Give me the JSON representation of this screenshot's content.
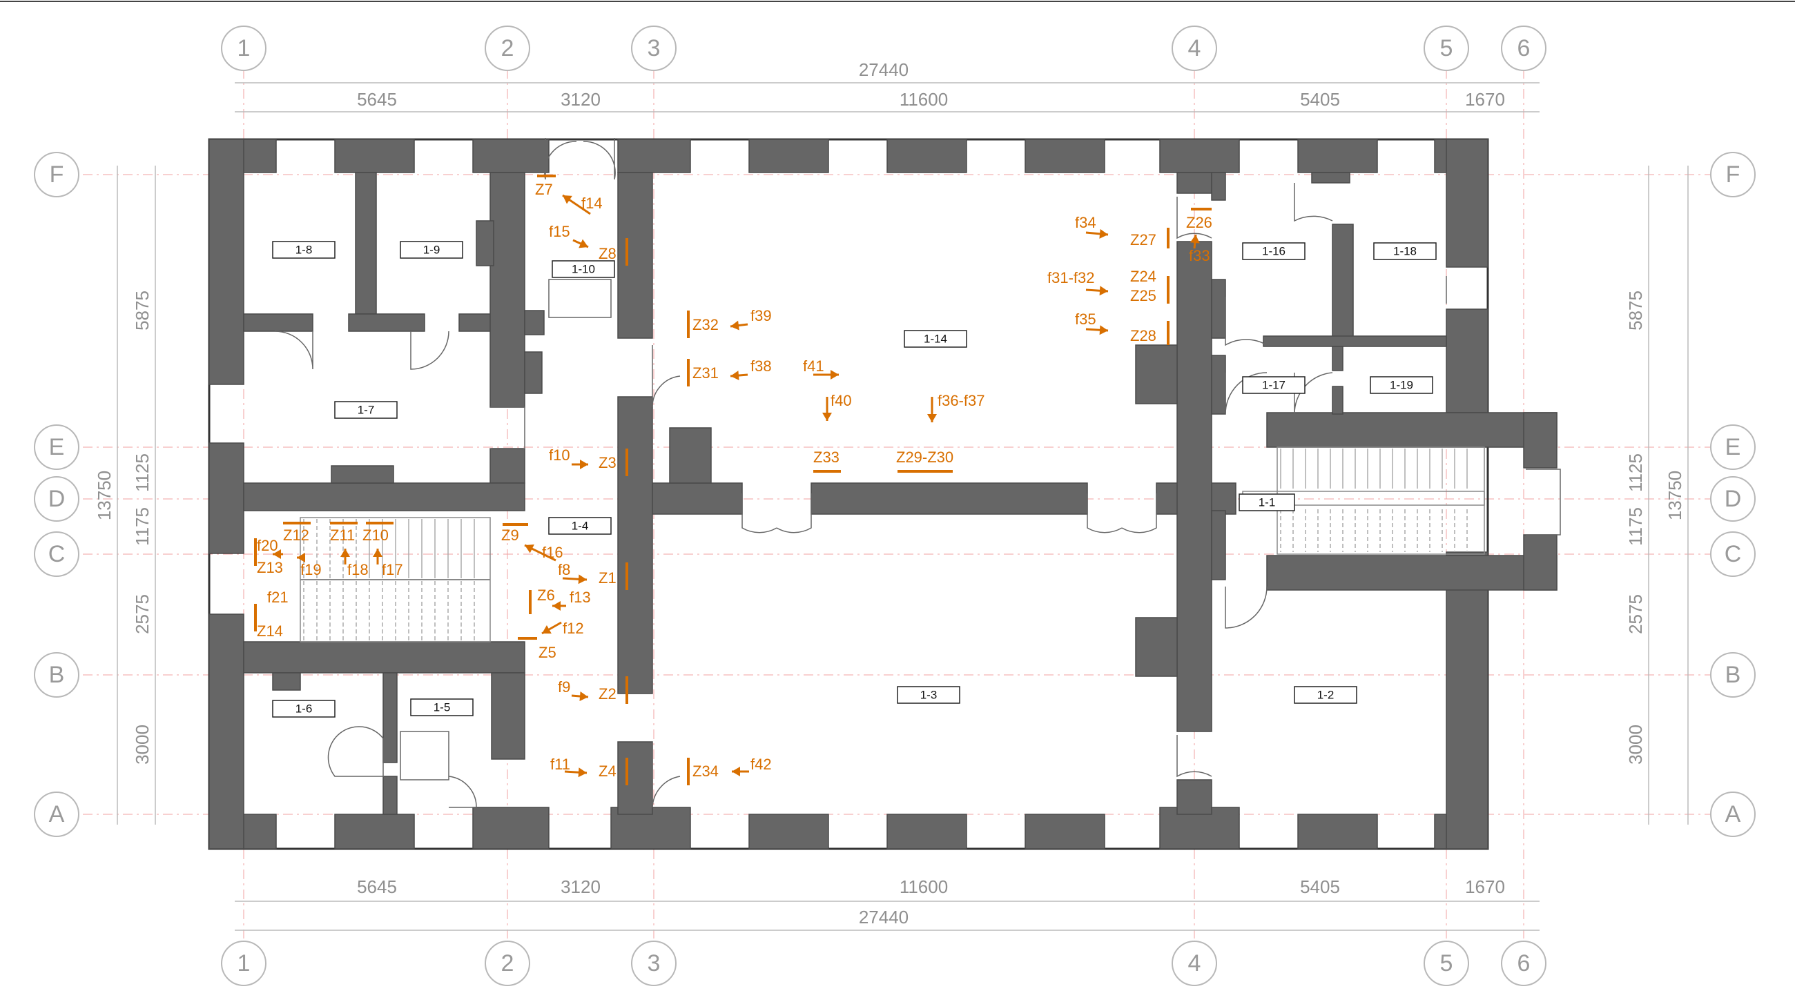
{
  "colors": {
    "wall": "#666666",
    "annotation": "#d86f00",
    "grid": "#b8b8b8",
    "dimension": "#8f8f8f"
  },
  "axes": {
    "columns": [
      "1",
      "2",
      "3",
      "4",
      "5",
      "6"
    ],
    "rows": [
      "F",
      "E",
      "D",
      "C",
      "B",
      "A"
    ]
  },
  "dimensions": {
    "total_horizontal": "27440",
    "horizontal_segments": [
      "5645",
      "3120",
      "11600",
      "5405",
      "1670"
    ],
    "total_vertical": "13750",
    "vertical_segments": [
      "5875",
      "1125",
      "1175",
      "2575",
      "3000"
    ]
  },
  "rooms": [
    {
      "id": "1-8"
    },
    {
      "id": "1-9"
    },
    {
      "id": "1-10"
    },
    {
      "id": "1-7"
    },
    {
      "id": "1-4"
    },
    {
      "id": "1-6"
    },
    {
      "id": "1-5"
    },
    {
      "id": "1-14"
    },
    {
      "id": "1-3"
    },
    {
      "id": "1-16"
    },
    {
      "id": "1-18"
    },
    {
      "id": "1-17"
    },
    {
      "id": "1-19"
    },
    {
      "id": "1-1"
    },
    {
      "id": "1-2"
    }
  ],
  "photo_markers": [
    "f14",
    "f15",
    "f39",
    "f38",
    "f41",
    "f40",
    "f36-f37",
    "f34",
    "f31-f32",
    "f35",
    "f33",
    "f10",
    "f16",
    "f8",
    "f13",
    "f12",
    "f9",
    "f11",
    "f42",
    "f20",
    "f19",
    "f18",
    "f17",
    "f21"
  ],
  "zone_markers": [
    "Z7",
    "Z8",
    "Z32",
    "Z31",
    "Z33",
    "Z29-Z30",
    "Z27",
    "Z26",
    "Z24",
    "Z25",
    "Z28",
    "Z3",
    "Z9",
    "Z1",
    "Z6",
    "Z5",
    "Z2",
    "Z4",
    "Z34",
    "Z12",
    "Z11",
    "Z10",
    "Z13",
    "Z14"
  ]
}
